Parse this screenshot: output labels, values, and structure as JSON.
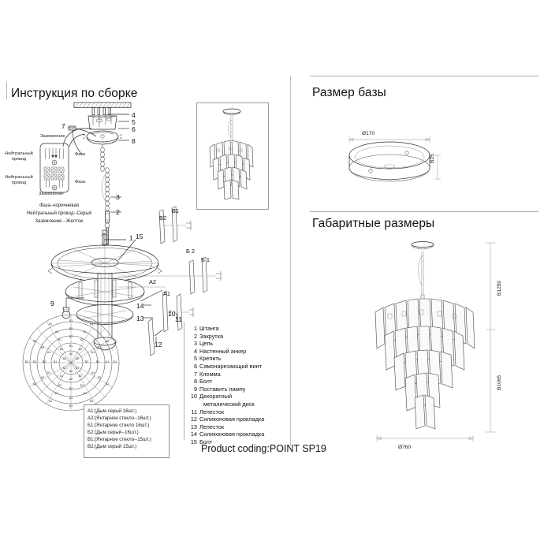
{
  "document": {
    "product_code_label": "Product coding:POINT SP19"
  },
  "sections": {
    "assembly": {
      "title": "Инструкция по сборке"
    },
    "base_size": {
      "title": "Размер базы"
    },
    "overall_size": {
      "title": "Габаритные размеры"
    }
  },
  "wiring": {
    "ground_top": "Заземление",
    "ground_bottom": "Заземление",
    "neutral_top": "Нейтральный провод",
    "neutral_bottom": "Нейтральный провод",
    "phase_top": "Фаза",
    "phase_bottom": "Фаза",
    "notes": [
      "Фаза--коричневая",
      "Нейтральный провод--Серый",
      "Заземление --Желтое"
    ]
  },
  "callouts": {
    "mount": [
      "4",
      "5",
      "6",
      "7",
      "8"
    ],
    "chain": [
      "3",
      "2"
    ],
    "body": [
      "1",
      "15",
      "9",
      "14",
      "13",
      "12",
      "10",
      "11"
    ]
  },
  "petal_labels": {
    "b1_lat": "B1",
    "b2_lat": "B2",
    "b1_cyr": "Б 1",
    "b2_cyr": "Б 2",
    "a1": "A1",
    "a2": "A2"
  },
  "parts_list": [
    {
      "no": "1",
      "name": "Штанга"
    },
    {
      "no": "2",
      "name": "Закрутка"
    },
    {
      "no": "3",
      "name": "Цепь"
    },
    {
      "no": "4",
      "name": "Настенный анкер"
    },
    {
      "no": "5",
      "name": "Крепить"
    },
    {
      "no": "6",
      "name": "Самонарезающий винт"
    },
    {
      "no": "7",
      "name": "Клемма"
    },
    {
      "no": "8",
      "name": "Болт"
    },
    {
      "no": "9",
      "name": "Поставить лампу"
    },
    {
      "no": "10",
      "name": "Декоратиый"
    },
    {
      "no": "",
      "name": "металический диск",
      "cont": true
    },
    {
      "no": "11",
      "name": "Лепесток"
    },
    {
      "no": "12",
      "name": "Силиконовая прокладка"
    },
    {
      "no": "13",
      "name": "Лепесток"
    },
    {
      "no": "14",
      "name": "Силиконовая прокладка"
    },
    {
      "no": "15",
      "name": "Болт"
    }
  ],
  "glass_legend": [
    "A1:(Дым серый 16шт.)",
    "A2:(Янтарное стекло--16шт.)",
    "Б1:(Янтарное стекло 16шт.)",
    "Б2:(Дым серый--16шт.)",
    "B1:(Янтарное стекло--15шт.)",
    "B2:(Дым серый 15шт.)"
  ],
  "dimensions": {
    "base_diameter": "Ø170",
    "base_height": "B25",
    "total_height": "B1250",
    "fixture_height": "B1065",
    "fixture_diameter": "Ø760"
  },
  "template_ring_labels": [
    "A1",
    "A2",
    "Б1",
    "Б2",
    "B1",
    "B2"
  ]
}
